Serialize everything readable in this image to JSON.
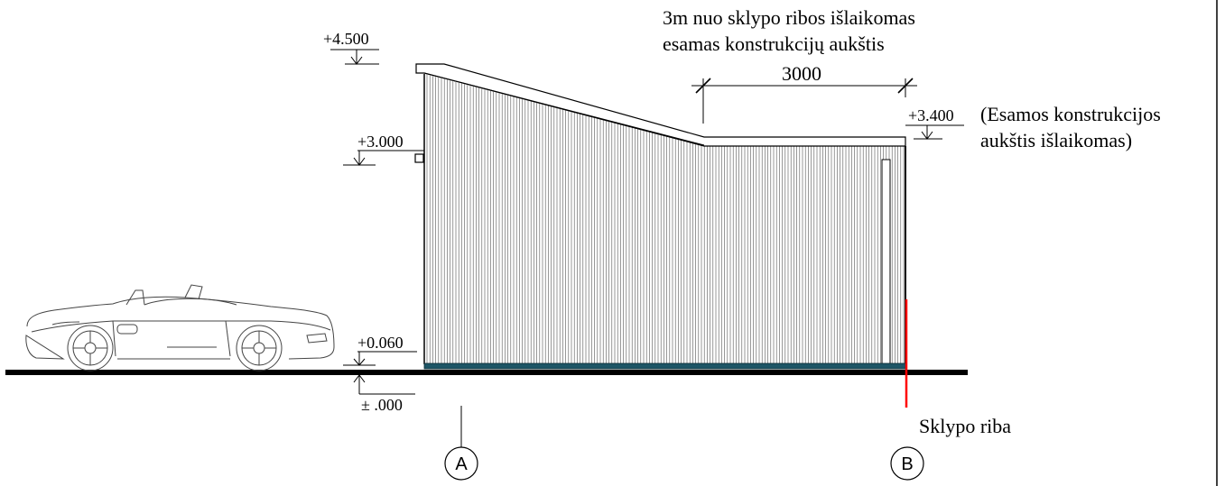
{
  "levels": {
    "top": "+4.500",
    "mid": "+3.000",
    "existing": "+3.400",
    "floor": "+0.060",
    "ground": "± .000"
  },
  "note_top": {
    "line1": "3m nuo sklypo ribos išlaikomas",
    "line2": "esamas konstrukcijų aukštis"
  },
  "dimension": "3000",
  "note_right": {
    "line1": "(Esamos konstrukcijos",
    "line2": "aukštis išlaikomas)"
  },
  "boundary_label": "Sklypo riba",
  "axes": [
    "A",
    "B"
  ],
  "colors": {
    "line": "#000000",
    "cladding": "#555555",
    "base_strip": "#1d5566",
    "boundary": "#ff0000"
  }
}
